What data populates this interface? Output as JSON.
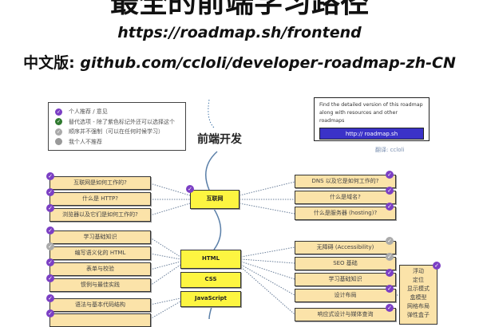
{
  "header": {
    "title": "最全的前端学习路径",
    "url": "https://roadmap.sh/frontend",
    "cn_label": "中文版:",
    "cn_url": "github.com/ccloli/developer-roadmap-zh-CN"
  },
  "legend": [
    {
      "text": "个人推荐 / 意见",
      "color": "#7b3fc4"
    },
    {
      "text": "替代选项 - 除了紫色标记外还可以选择这个",
      "color": "#2f7a2f"
    },
    {
      "text": "顺序并不强制（可以在任何时候学习）",
      "color": "#aaaaaa"
    },
    {
      "text": "我个人不推荐",
      "color": "#999999"
    }
  ],
  "info": {
    "text": "Find the detailed version of this roadmap along with resources and other roadmaps",
    "button": "http:// roadmap.sh",
    "credit": "翻译: ccloli"
  },
  "roadmap_title": "前端开发",
  "core": [
    "互联网",
    "HTML",
    "CSS",
    "JavaScript"
  ],
  "left_items": [
    {
      "text": "互联网是如何工作的?",
      "status": "purple"
    },
    {
      "text": "什么是 HTTP?",
      "status": "purple"
    },
    {
      "text": "浏览器以及它们是如何工作的?",
      "status": "purple"
    },
    {
      "text": "学习基础知识",
      "status": "purple"
    },
    {
      "text": "编写语义化的 HTML",
      "status": "grey"
    },
    {
      "text": "表单与校验",
      "status": "purple"
    },
    {
      "text": "惯例与最佳实践",
      "status": "purple"
    },
    {
      "text": "语法与基本代码结构",
      "status": "purple"
    },
    {
      "text": "",
      "status": "purple"
    }
  ],
  "right_items": [
    {
      "text": "DNS 以及它是如何工作的?",
      "status": "purple"
    },
    {
      "text": "什么是域名?",
      "status": "purple"
    },
    {
      "text": "什么是服务器 (hosting)?",
      "status": "purple"
    },
    {
      "text": "无障碍 (Accessibility)",
      "status": "grey"
    },
    {
      "text": "SEO 基础",
      "status": "grey"
    },
    {
      "text": "学习基础知识",
      "status": "purple"
    },
    {
      "text": "设计布局",
      "status": "purple"
    },
    {
      "text": "响应式设计与媒体查询",
      "status": "purple"
    }
  ],
  "layout_items": [
    "浮动",
    "定位",
    "显示模式",
    "盒模型",
    "网格布局",
    "弹性盒子"
  ],
  "colors": {
    "purple": "#7b3fc4",
    "grey": "#aaaaaa",
    "core": "#fdf541",
    "sub": "#fbe3a9",
    "button": "#3b32c8"
  }
}
